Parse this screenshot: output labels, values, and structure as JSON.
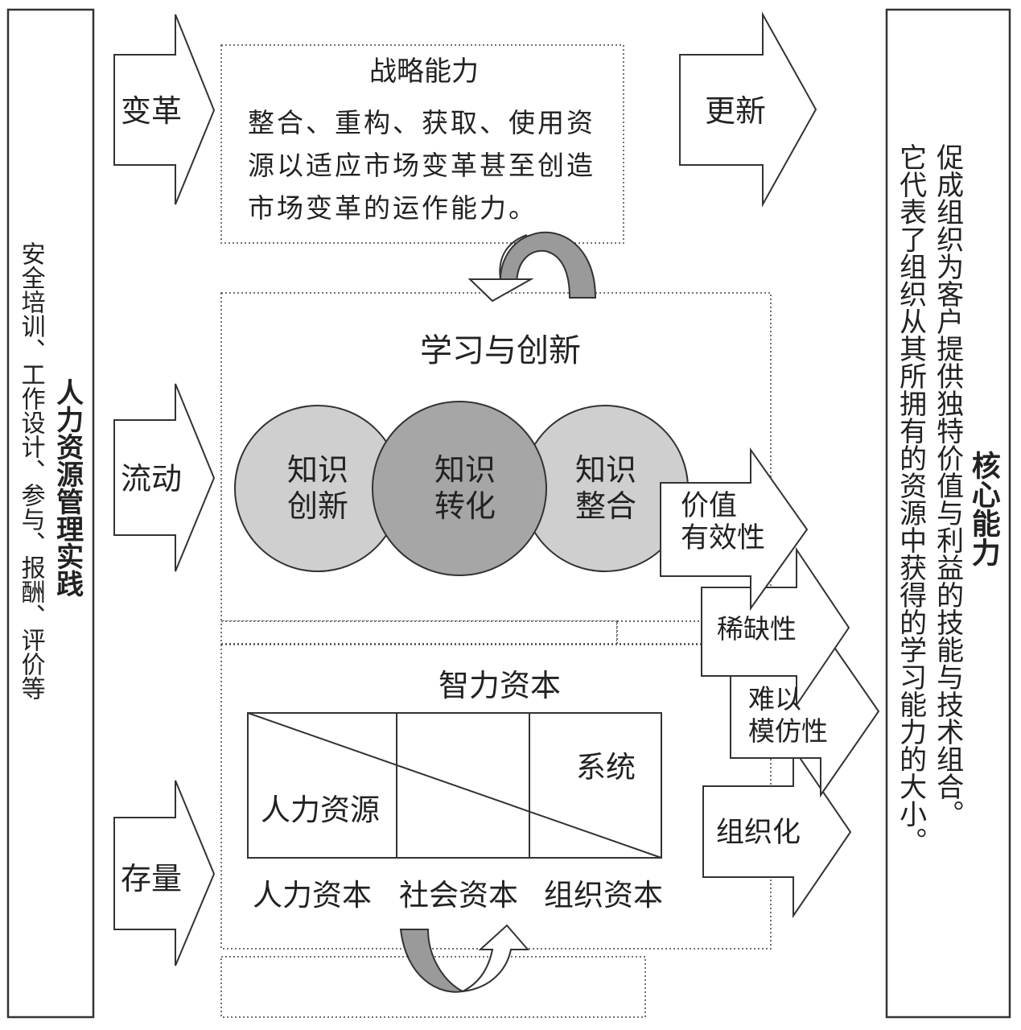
{
  "left_panel": {
    "title": "人力资源管理实践",
    "items": "安全培训、工作设计、参与、报酬、评价等"
  },
  "right_panel": {
    "title": "核心能力",
    "line1": "促成组织为客户提供独特价值与利益的技能与技术组合。",
    "line2": "它代表了组织从其所拥有的资源中获得的学习能力的大小。"
  },
  "left_arrows": [
    "变革",
    "流动",
    "存量"
  ],
  "strategy_box": {
    "title": "战略能力",
    "lines": [
      "整合、重构、获取、使用资",
      "源以适应市场变革甚至创造",
      "市场变革的运作能力。"
    ]
  },
  "renew_arrow": "更新",
  "learning_box": {
    "title": "学习与创新",
    "circles": [
      {
        "line1": "知识",
        "line2": "创新"
      },
      {
        "line1": "知识",
        "line2": "转化"
      },
      {
        "line1": "知识",
        "line2": "整合"
      }
    ]
  },
  "capital_box": {
    "title": "智力资本",
    "cell_system": "系统",
    "cell_hr": "人力资源",
    "columns": [
      "人力资本",
      "社会资本",
      "组织资本"
    ]
  },
  "right_arrows": {
    "value": {
      "line1": "价值",
      "line2": "有效性"
    },
    "scarcity": "稀缺性",
    "inimitability": {
      "line1": "难以",
      "line2": "模仿性"
    },
    "organization": "组织化"
  },
  "colors": {
    "stroke": "#333333",
    "circle_light": "#cfcfcf",
    "circle_dark": "#a6a6a6",
    "curve_gray": "#9a9a9a"
  }
}
